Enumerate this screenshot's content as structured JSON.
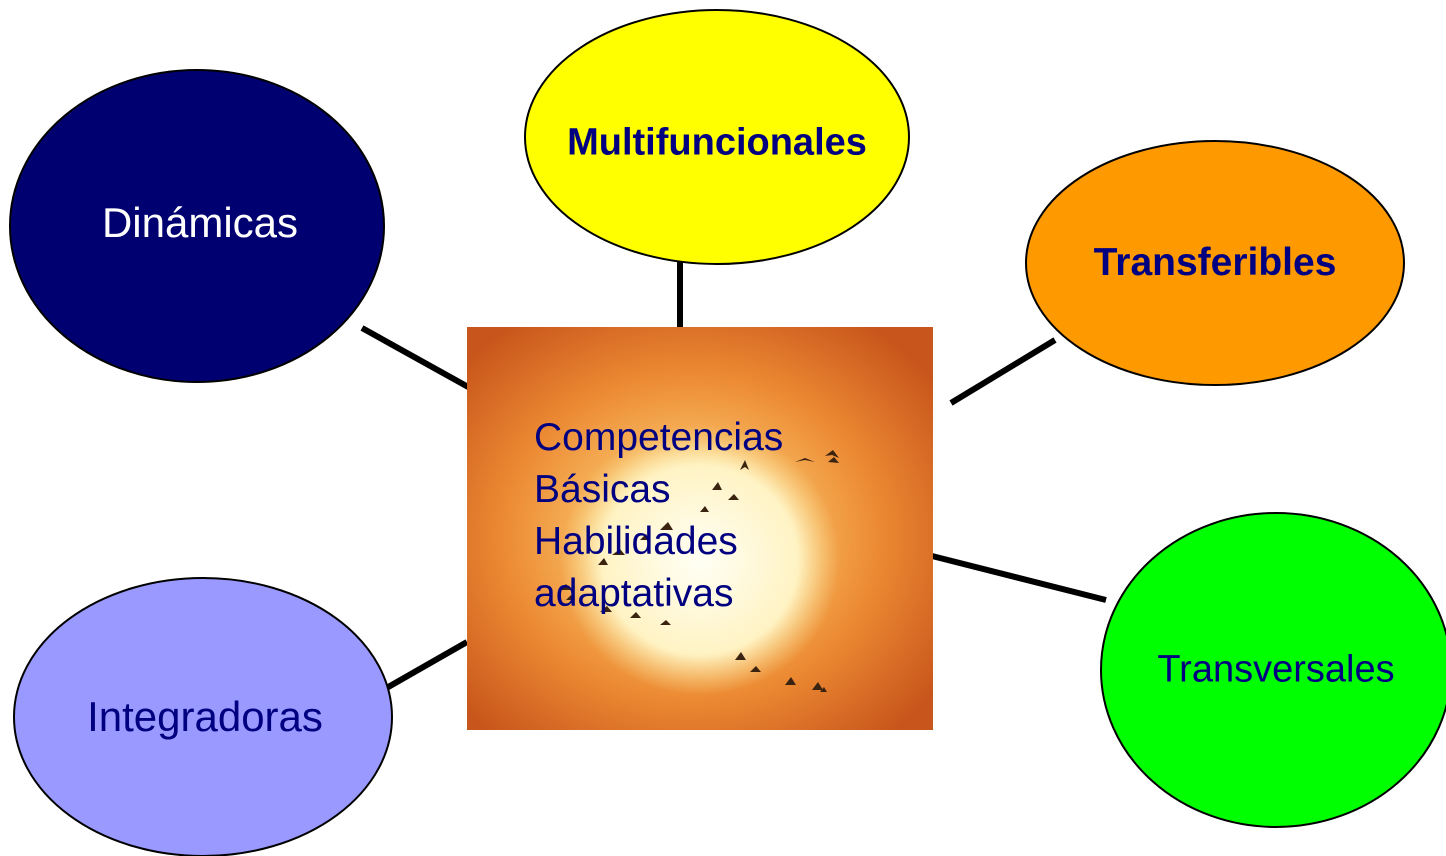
{
  "center": {
    "lines": [
      "Competencias",
      "Básicas",
      "Habilidades",
      "adaptativas"
    ]
  },
  "nodes": {
    "dinamicas": {
      "label": "Dinámicas",
      "fill": "#000070",
      "text_color": "#ffffff"
    },
    "multifuncionales": {
      "label": "Multifuncionales",
      "fill": "#ffff00",
      "text_color": "#000080"
    },
    "transferibles": {
      "label": "Transferibles",
      "fill": "#ff9900",
      "text_color": "#000080"
    },
    "transversales": {
      "label": "Transversales",
      "fill": "#00ff00",
      "text_color": "#000080"
    },
    "integradoras": {
      "label": "Integradoras",
      "fill": "#9999ff",
      "text_color": "#000080"
    }
  },
  "colors": {
    "connector": "#000000",
    "outline": "#000000"
  }
}
